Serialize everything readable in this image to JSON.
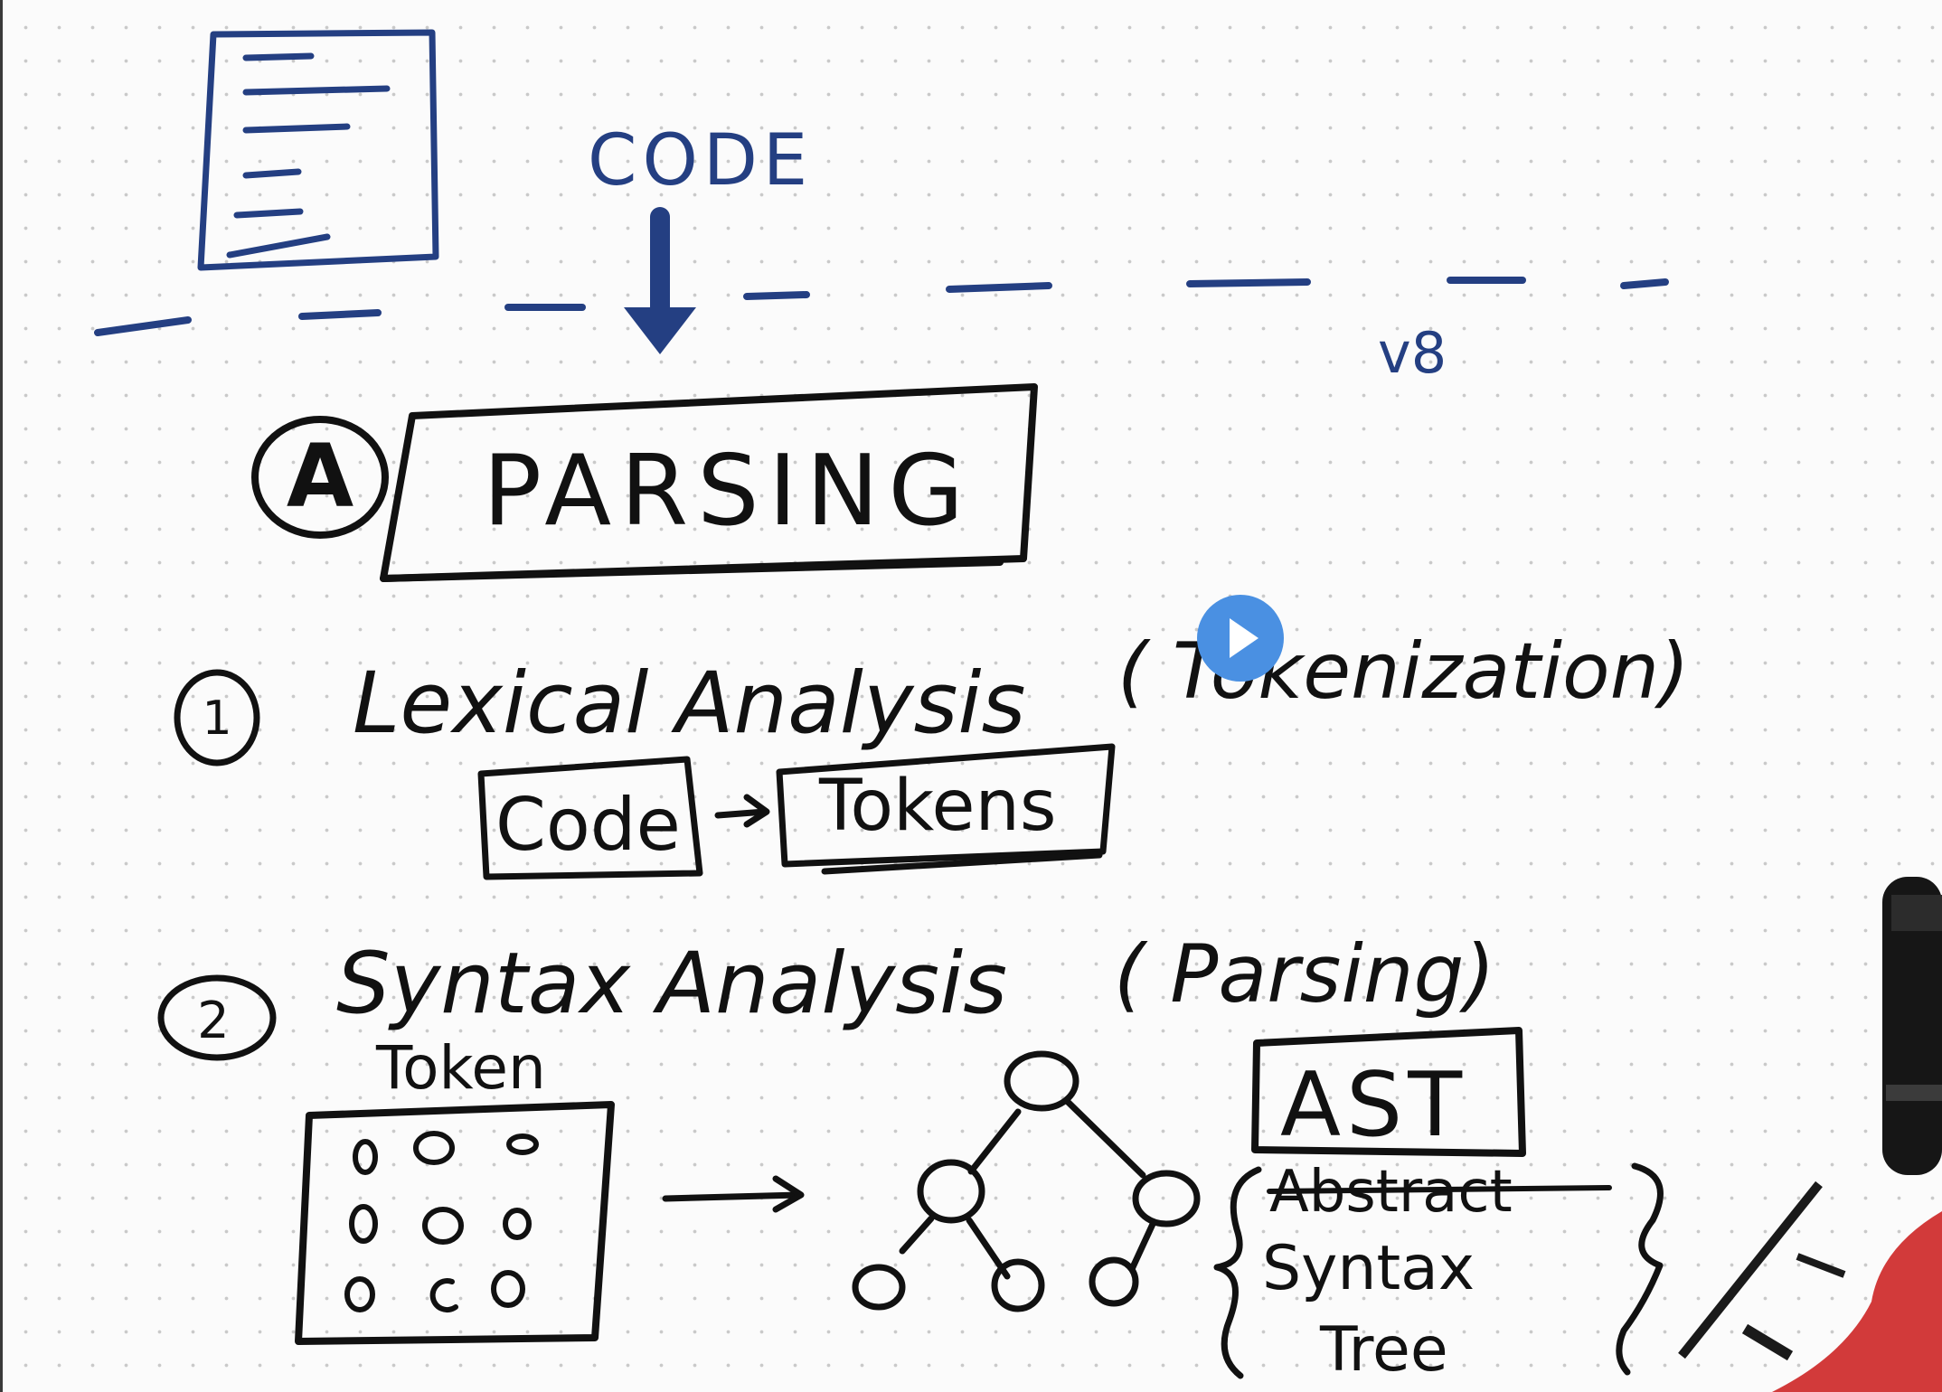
{
  "top": {
    "code_label": "CODE",
    "engine_label": "v8"
  },
  "parsing": {
    "marker": "A",
    "title": "PARSING"
  },
  "steps": [
    {
      "number": "1",
      "title": "Lexical Analysis",
      "subtitle": "( Tokenization)",
      "flow_from": "Code",
      "flow_to": "Tokens"
    },
    {
      "number": "2",
      "title": "Syntax Analysis",
      "subtitle": "( Parsing)",
      "token_label": "Token",
      "ast_label": "AST",
      "ast_expansion": [
        "Abstract",
        "Syntax",
        "Tree"
      ]
    }
  ],
  "video": {
    "play_icon": "play-icon",
    "accent_color": "#4a90e2"
  },
  "colors": {
    "blue_ink": "#243f82",
    "black_ink": "#111111"
  }
}
